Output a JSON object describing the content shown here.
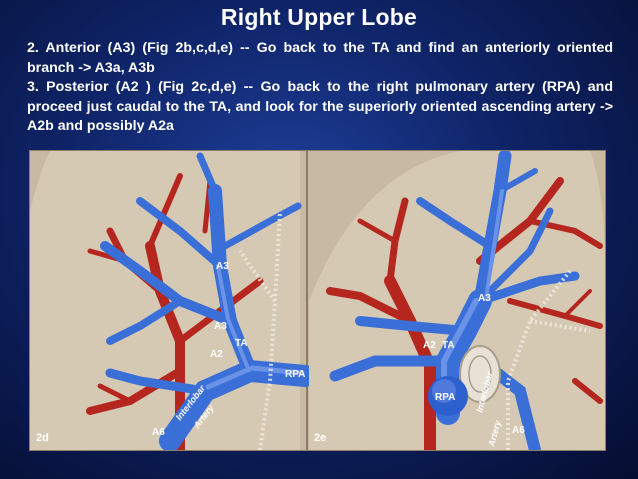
{
  "slide": {
    "title": "Right Upper Lobe",
    "paragraphs": [
      "2. Anterior (A3) (Fig 2b,c,d,e) -- Go back to the TA and find an anteriorly oriented branch -> A3a, A3b",
      "3. Posterior (A2 ) (Fig 2c,d,e) -- Go back to the right pulmonary artery (RPA) and proceed just caudal to the TA, and look for the superiorly oriented ascending artery -> A2b and possibly A2a"
    ]
  },
  "figure": {
    "left_panel": {
      "panel_label": "2d",
      "labels": {
        "a3_top": "A3",
        "a3_mid": "A3",
        "a2": "A2",
        "ta": "TA",
        "rpa": "RPA",
        "interlobar_1": "Interlobar",
        "interlobar_2": "Artery",
        "a6": "A6"
      }
    },
    "right_panel": {
      "panel_label": "2e",
      "labels": {
        "a3": "A3",
        "a2": "A2",
        "ta": "TA",
        "rpa": "RPA",
        "interlobar_1": "Interlobar",
        "interlobar_2": "Artery",
        "a6": "A6"
      }
    }
  },
  "colors": {
    "background": "#0f2468",
    "text": "#ffffff",
    "artery_blue": "#3a6fd8",
    "vein_red": "#b5261e",
    "figure_bg": "#c8b9a3"
  }
}
